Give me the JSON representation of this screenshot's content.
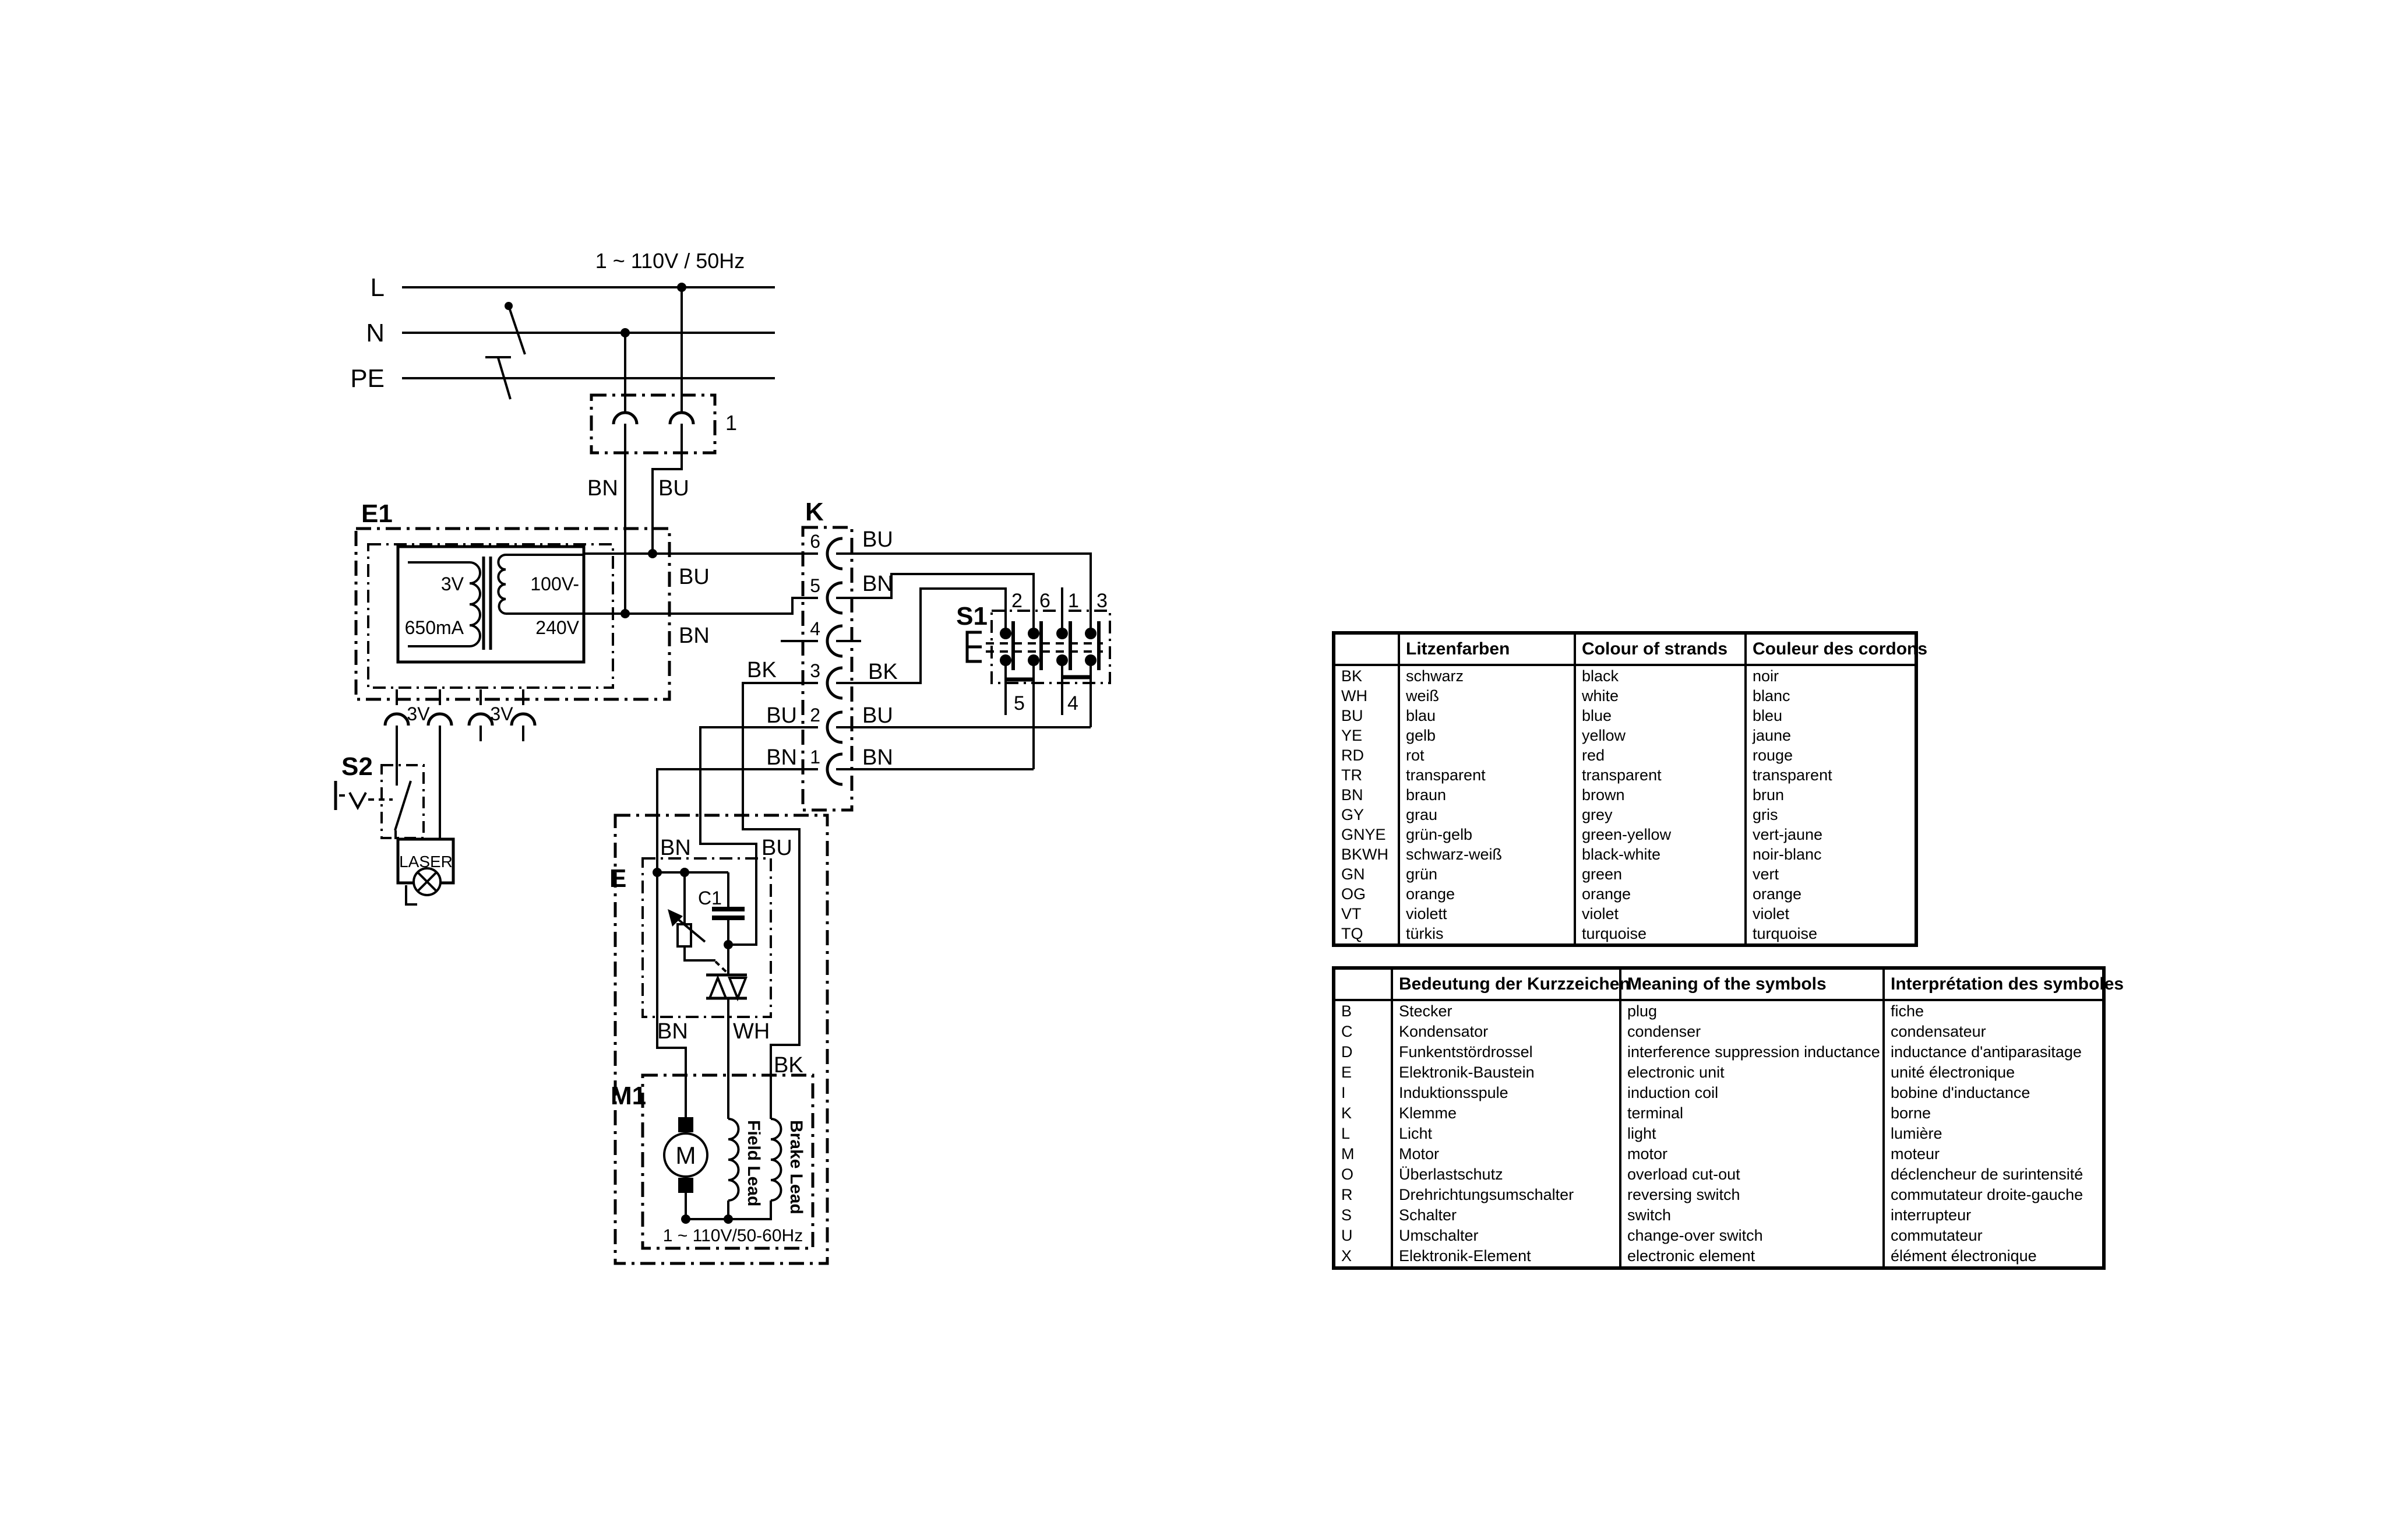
{
  "supply": {
    "l": "L",
    "n": "N",
    "pe": "PE",
    "rating": "1 ~ 110V / 50Hz"
  },
  "plug1": {
    "id": "1",
    "bn": "BN",
    "bu": "BU"
  },
  "e1": {
    "label": "E1",
    "coil_left_top": "3V",
    "coil_left_bottom": "650mA",
    "coil_right_top": "100V-",
    "coil_right_bottom": "240V",
    "out_bu": "BU",
    "out_bn": "BN",
    "tap1": "3V",
    "tap2": "3V"
  },
  "s2": {
    "label": "S2"
  },
  "laser": {
    "label": "LASER"
  },
  "k": {
    "label": "K",
    "t6": "6",
    "t5": "5",
    "t4": "4",
    "t3": "3",
    "t2": "2",
    "t1": "1",
    "right_bu6": "BU",
    "right_bn5": "BN",
    "right_bk3": "BK",
    "right_bu2": "BU",
    "right_bn1": "BN",
    "left_bk3": "BK",
    "left_bu2": "BU",
    "left_bn1": "BN"
  },
  "s1": {
    "label": "S1",
    "top2": "2",
    "top6": "6",
    "top1": "1",
    "top3": "3",
    "bot5": "5",
    "bot4": "4"
  },
  "ebox": {
    "label": "E",
    "c1": "C1",
    "bn_in": "BN",
    "bu_in": "BU",
    "bn_out": "BN",
    "wh_out": "WH",
    "bk": "BK"
  },
  "m1": {
    "label": "M1",
    "motor": "M",
    "field": "Field Lead",
    "brake": "Brake Lead",
    "rating": "1 ~ 110V/50-60Hz"
  },
  "color_table": {
    "headers": [
      "",
      "Litzenfarben",
      "Colour of strands",
      "Couleur des cordons"
    ],
    "rows": [
      [
        "BK",
        "schwarz",
        "black",
        "noir"
      ],
      [
        "WH",
        "weiß",
        "white",
        "blanc"
      ],
      [
        "BU",
        "blau",
        "blue",
        "bleu"
      ],
      [
        "YE",
        "gelb",
        "yellow",
        "jaune"
      ],
      [
        "RD",
        "rot",
        "red",
        "rouge"
      ],
      [
        "TR",
        "transparent",
        "transparent",
        "transparent"
      ],
      [
        "BN",
        "braun",
        "brown",
        "brun"
      ],
      [
        "GY",
        "grau",
        "grey",
        "gris"
      ],
      [
        "GNYE",
        "grün-gelb",
        "green-yellow",
        "vert-jaune"
      ],
      [
        "BKWH",
        "schwarz-weiß",
        "black-white",
        "noir-blanc"
      ],
      [
        "GN",
        "grün",
        "green",
        "vert"
      ],
      [
        "OG",
        "orange",
        "orange",
        "orange"
      ],
      [
        "VT",
        "violett",
        "violet",
        "violet"
      ],
      [
        "TQ",
        "türkis",
        "turquoise",
        "turquoise"
      ]
    ]
  },
  "symbol_table": {
    "headers": [
      "",
      "Bedeutung der Kurzzeichen",
      "Meaning of the symbols",
      "Interprétation des symboles"
    ],
    "rows": [
      [
        "B",
        "Stecker",
        "plug",
        "fiche"
      ],
      [
        "C",
        "Kondensator",
        "condenser",
        "condensateur"
      ],
      [
        "D",
        "Funkentstördrossel",
        "interference suppression inductance",
        "inductance d'antiparasitage"
      ],
      [
        "E",
        "Elektronik-Baustein",
        "electronic unit",
        "unité électronique"
      ],
      [
        "I",
        "Induktionsspule",
        "induction coil",
        "bobine d'inductance"
      ],
      [
        "K",
        "Klemme",
        "terminal",
        "borne"
      ],
      [
        "L",
        "Licht",
        "light",
        "lumière"
      ],
      [
        "M",
        "Motor",
        "motor",
        "moteur"
      ],
      [
        "O",
        "Überlastschutz",
        "overload cut-out",
        "déclencheur de surintensité"
      ],
      [
        "R",
        "Drehrichtungsumschalter",
        "reversing switch",
        "commutateur droite-gauche"
      ],
      [
        "S",
        "Schalter",
        "switch",
        "interrupteur"
      ],
      [
        "U",
        "Umschalter",
        "change-over switch",
        "commutateur"
      ],
      [
        "X",
        "Elektronik-Element",
        "electronic element",
        "élément électronique"
      ]
    ]
  }
}
